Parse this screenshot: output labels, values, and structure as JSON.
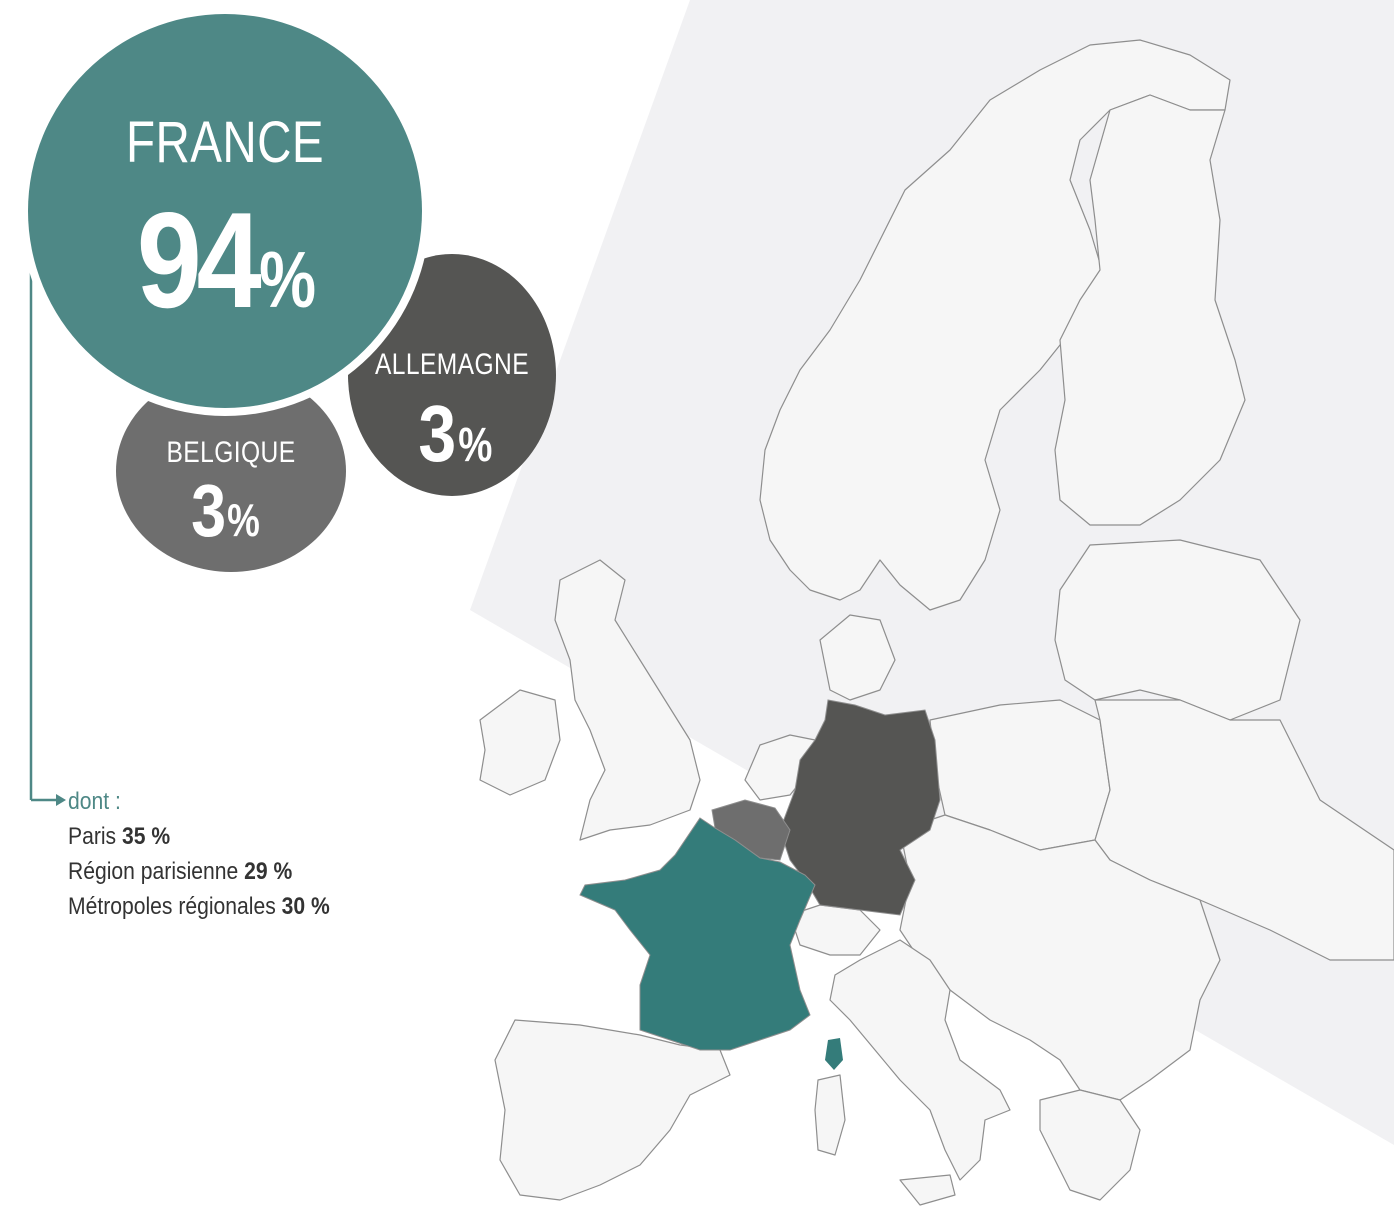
{
  "colors": {
    "france": "#4e8886",
    "france_map": "#347c7a",
    "allemagne": "#555553",
    "belgique": "#6e6e6e",
    "band": "#f1f1f3",
    "land": "#f6f6f6",
    "border": "#8e8e8e"
  },
  "bubbles": {
    "france": {
      "name": "FRANCE",
      "value": "94",
      "unit": "%"
    },
    "allemagne": {
      "name": "ALLEMAGNE",
      "value": "3",
      "unit": "%"
    },
    "belgique": {
      "name": "BELGIQUE",
      "value": "3",
      "unit": "%"
    }
  },
  "breakdown": {
    "lead": "dont :",
    "items": [
      {
        "label": "Paris",
        "value": "35 %"
      },
      {
        "label": "Région parisienne",
        "value": "29 %"
      },
      {
        "label": "Métropoles régionales",
        "value": "30 %"
      }
    ]
  }
}
